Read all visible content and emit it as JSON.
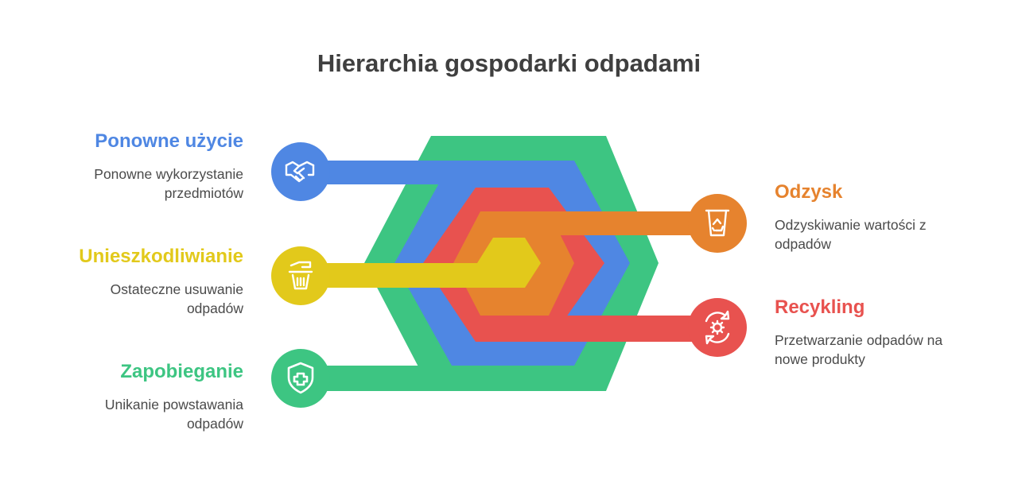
{
  "title": "Hierarchia gospodarki odpadami",
  "colors": {
    "green": "#3dc582",
    "blue": "#4f87e3",
    "red": "#e8524f",
    "orange": "#e6832e",
    "yellow": "#e2c91b"
  },
  "items": {
    "reuse": {
      "label": "Ponowne użycie",
      "description_line1": "Ponowne wykorzystanie",
      "description_line2": "przedmiotów",
      "color": "#4f87e3",
      "icon": "handshake-icon"
    },
    "disposal": {
      "label": "Unieszkodliwianie",
      "description_line1": "Ostateczne usuwanie",
      "description_line2": "odpadów",
      "color": "#e2c91b",
      "icon": "trash-icon"
    },
    "prevention": {
      "label": "Zapobieganie",
      "description_line1": "Unikanie powstawania",
      "description_line2": "odpadów",
      "color": "#3dc582",
      "icon": "shield-plus-icon"
    },
    "recovery": {
      "label": "Odzysk",
      "description_line1": "Odzyskiwanie wartości z",
      "description_line2": "odpadów",
      "color": "#e6832e",
      "icon": "recycle-bin-icon"
    },
    "recycling": {
      "label": "Recykling",
      "description_line1": "Przetwarzanie odpadów na",
      "description_line2": "nowe produkty",
      "color": "#e8524f",
      "icon": "recycling-gear-icon"
    }
  }
}
